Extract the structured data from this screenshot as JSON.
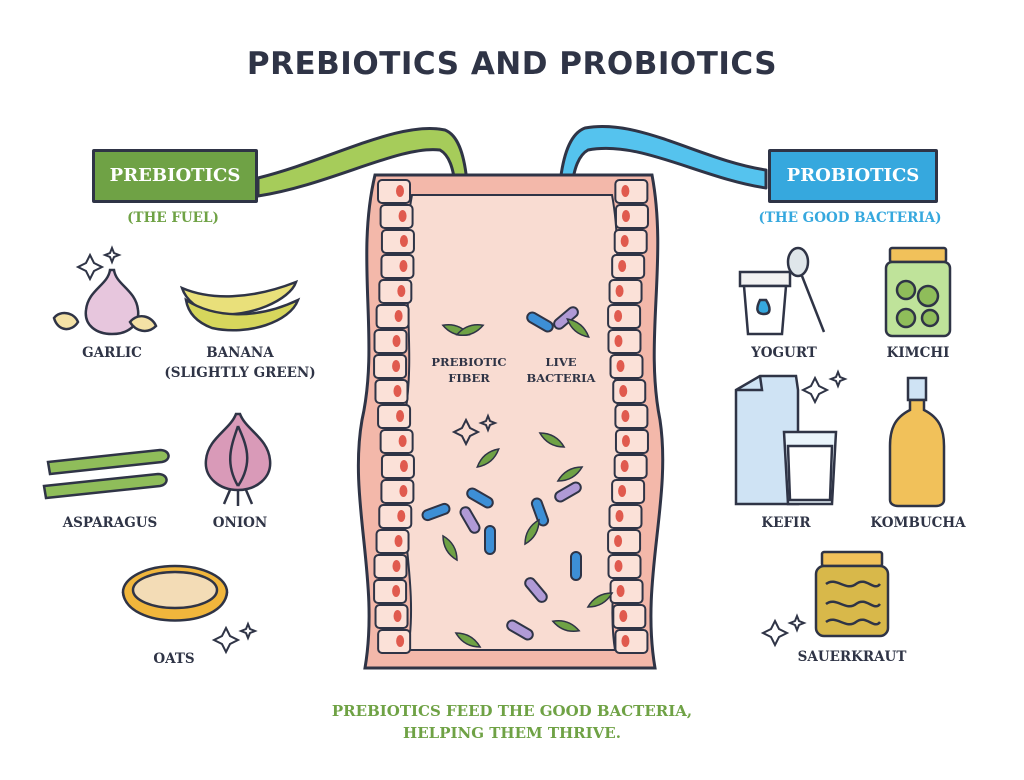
{
  "title": "PREBIOTICS AND PROBIOTICS",
  "prebiotics": {
    "badge": "PREBIOTICS",
    "subtitle": "(THE FUEL)",
    "color": "#6fa245",
    "foods": [
      {
        "label": "GARLIC",
        "icon": "garlic-icon"
      },
      {
        "label": "BANANA",
        "label2": "(SLIGHTLY GREEN)",
        "icon": "banana-icon"
      },
      {
        "label": "ASPARAGUS",
        "icon": "asparagus-icon"
      },
      {
        "label": "ONION",
        "icon": "onion-icon"
      },
      {
        "label": "OATS",
        "icon": "oats-icon"
      }
    ]
  },
  "probiotics": {
    "badge": "PROBIOTICS",
    "subtitle": "(THE GOOD BACTERIA)",
    "color": "#36a8de",
    "foods": [
      {
        "label": "YOGURT",
        "icon": "yogurt-icon"
      },
      {
        "label": "KIMCHI",
        "icon": "kimchi-icon"
      },
      {
        "label": "KEFIR",
        "icon": "kefir-icon"
      },
      {
        "label": "KOMBUCHA",
        "icon": "kombucha-icon"
      },
      {
        "label": "SAUERKRAUT",
        "icon": "sauerkraut-icon"
      }
    ]
  },
  "gut": {
    "fiber_label_1": "PREBIOTIC",
    "fiber_label_2": "FIBER",
    "bacteria_label_1": "LIVE",
    "bacteria_label_2": "BACTERIA"
  },
  "footer": {
    "line1": "PREBIOTICS FEED THE GOOD BACTERIA,",
    "line2": "HELPING THEM THRIVE."
  }
}
